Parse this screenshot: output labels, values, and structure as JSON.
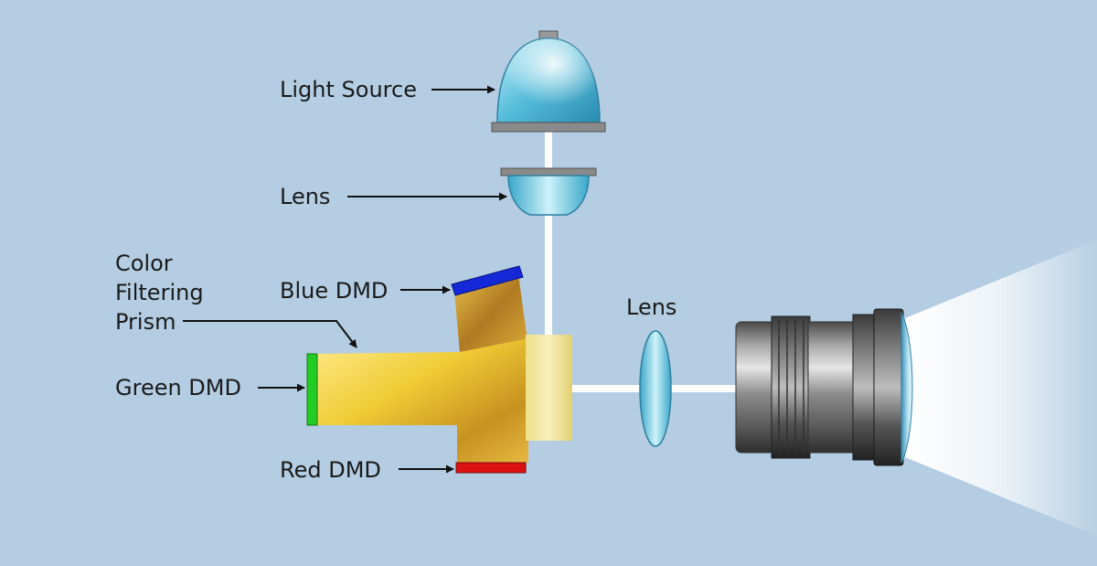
{
  "labels": {
    "light_source": "Light Source",
    "lens_top": "Lens",
    "color_filtering_prism_line1": "Color",
    "color_filtering_prism_line2": "Filtering",
    "color_filtering_prism_line3": "Prism",
    "blue_dmd": "Blue DMD",
    "green_dmd": "Green DMD",
    "red_dmd": "Red DMD",
    "lens_right": "Lens"
  },
  "colors": {
    "background": "#b4cde2",
    "blue_dmd": "#1428d8",
    "green_dmd": "#22cc22",
    "red_dmd": "#dd1111",
    "prism": "#e8c840",
    "lens": "#4ab8d8",
    "beam": "#ffffff"
  }
}
